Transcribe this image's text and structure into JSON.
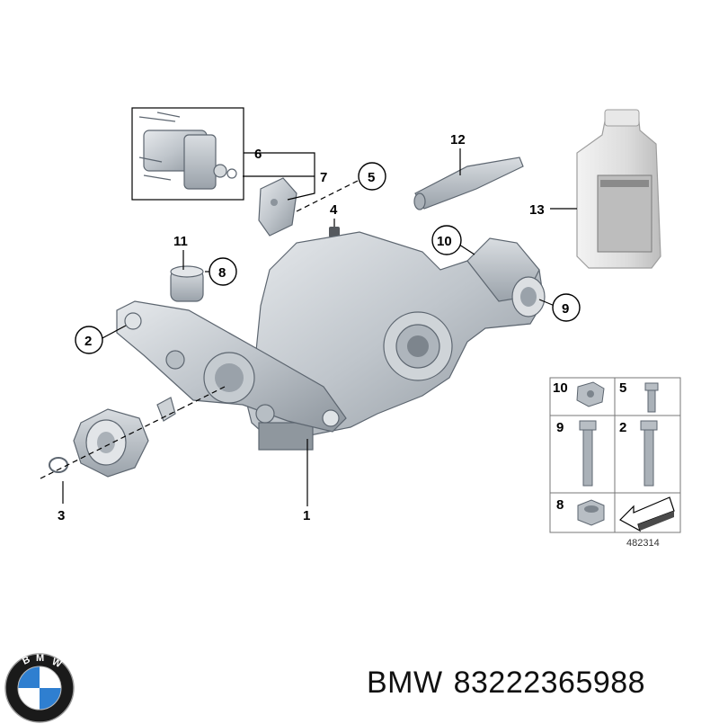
{
  "callouts": [
    {
      "id": "1",
      "label": "1"
    },
    {
      "id": "2",
      "label": "2"
    },
    {
      "id": "3",
      "label": "3"
    },
    {
      "id": "4",
      "label": "4"
    },
    {
      "id": "5",
      "label": "5"
    },
    {
      "id": "6",
      "label": "6"
    },
    {
      "id": "7",
      "label": "7"
    },
    {
      "id": "8",
      "label": "8"
    },
    {
      "id": "9",
      "label": "9"
    },
    {
      "id": "10",
      "label": "10"
    },
    {
      "id": "11",
      "label": "11"
    },
    {
      "id": "12",
      "label": "12"
    },
    {
      "id": "13",
      "label": "13"
    }
  ],
  "hardware_table": {
    "cells": [
      {
        "label": "10"
      },
      {
        "label": "5"
      },
      {
        "label": "9"
      },
      {
        "label": "2"
      },
      {
        "label": "8"
      }
    ],
    "figure_number": "482314"
  },
  "brand": {
    "name": "BMW",
    "part_number": "83222365988",
    "logo_letters": "BMW"
  },
  "colors": {
    "part_fill": "#c9ced3",
    "part_dark": "#8c949c",
    "logo_blue": "#2f7fd0",
    "logo_ring": "#1a1a1a"
  }
}
